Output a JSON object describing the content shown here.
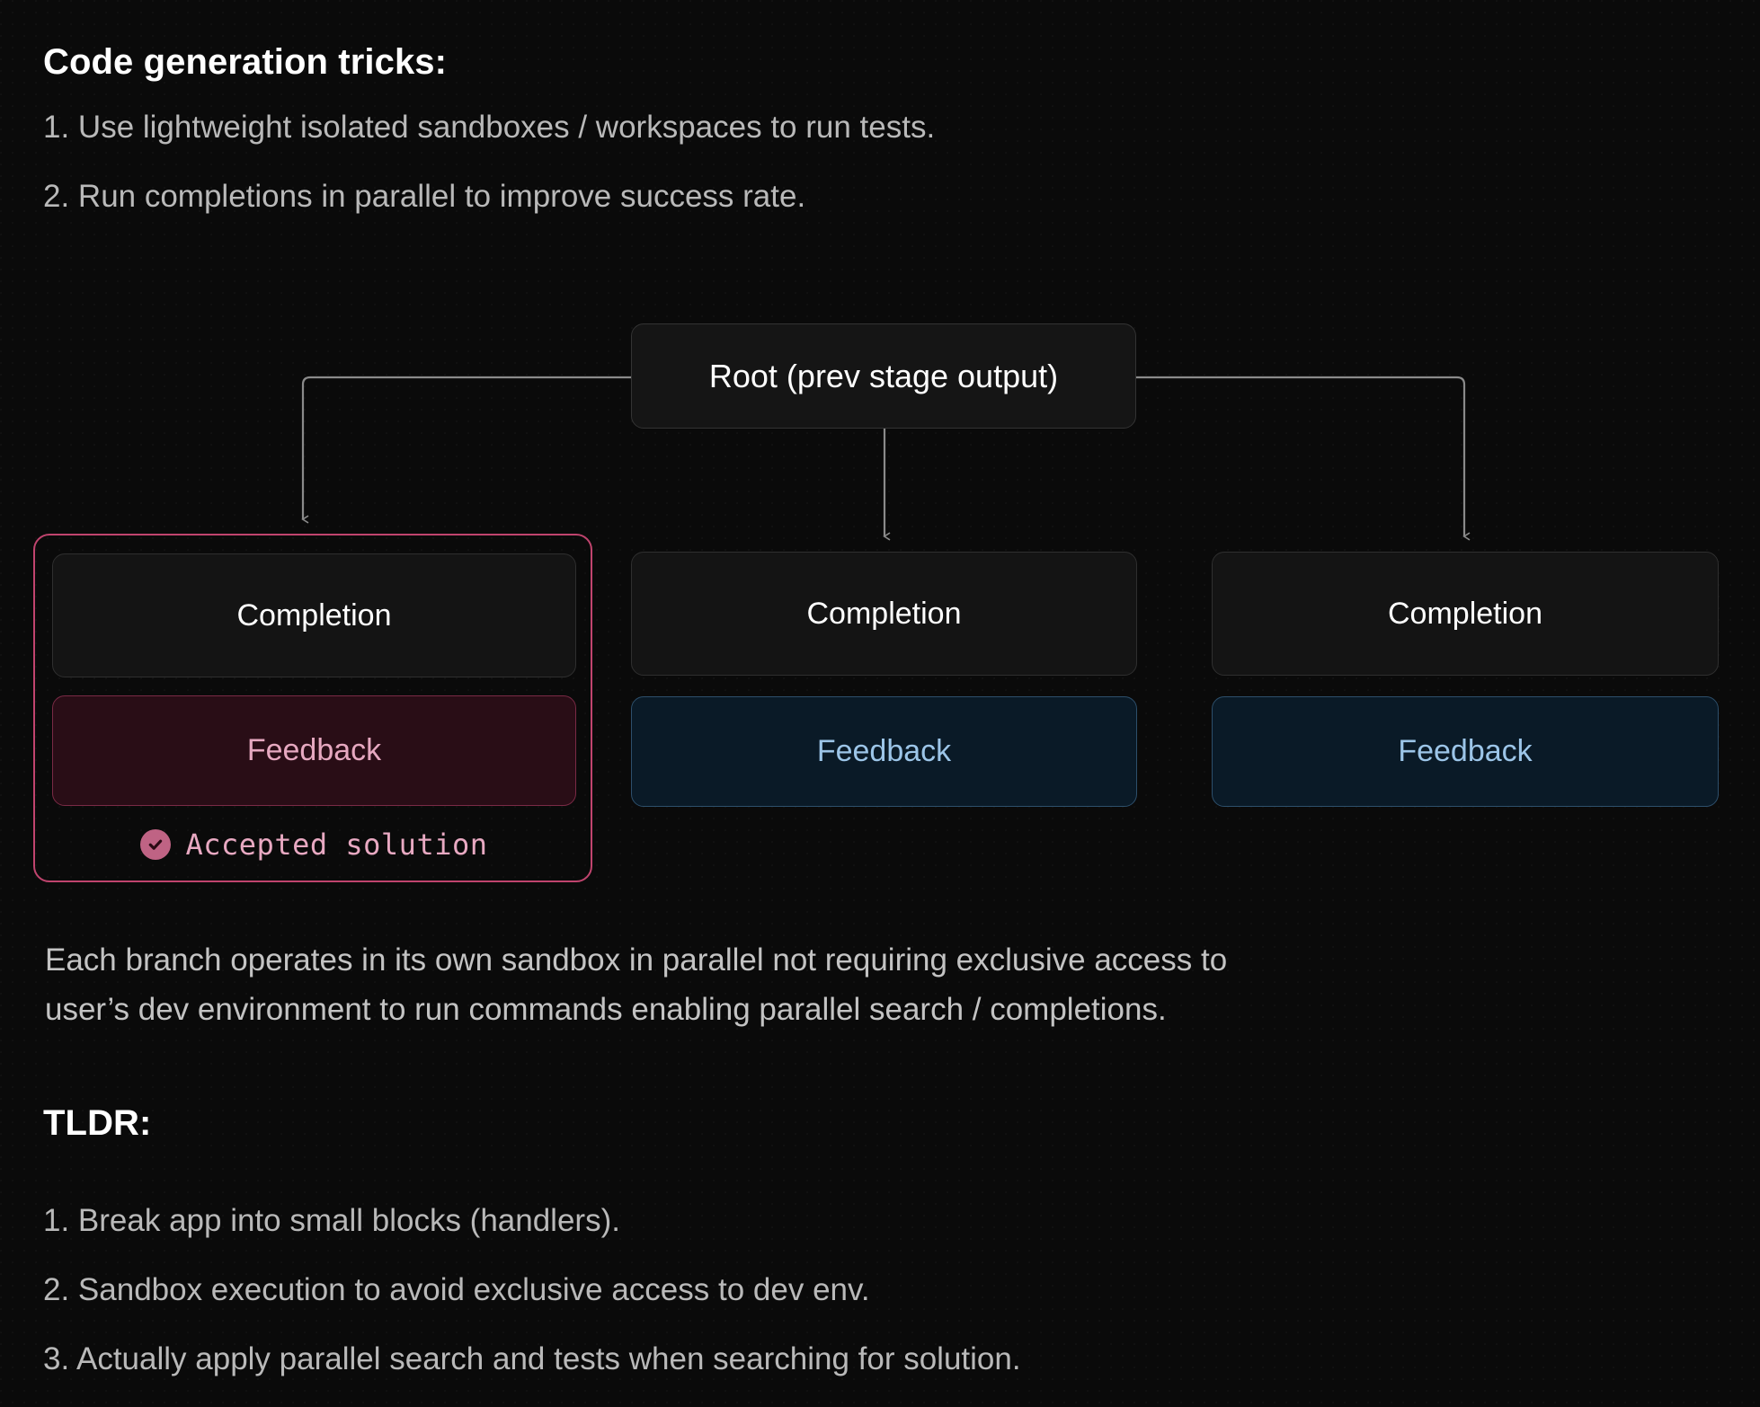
{
  "sections": {
    "code_generation": {
      "heading": "Code generation tricks:",
      "items": [
        "1. Use lightweight isolated sandboxes / workspaces to run tests.",
        "2. Run completions in parallel to improve success rate."
      ]
    },
    "caption": {
      "line1": "Each branch operates in its own sandbox in parallel not requiring exclusive access to",
      "line2": "user’s dev environment to run commands enabling parallel search / completions."
    },
    "tldr": {
      "heading": "TLDR:",
      "items": [
        "1. Break app into small blocks (handlers).",
        "2. Sandbox execution to avoid exclusive access to dev env.",
        "3. Actually apply parallel search and tests when searching for solution."
      ]
    }
  },
  "diagram": {
    "root": {
      "label": "Root (prev stage output)"
    },
    "branches": [
      {
        "completion_label": "Completion",
        "feedback_label": "Feedback",
        "accepted": true,
        "accepted_label": "Accepted solution",
        "accepted_icon": "check-circle-icon",
        "state": "accepted"
      },
      {
        "completion_label": "Completion",
        "feedback_label": "Feedback",
        "accepted": false,
        "state": "pending"
      },
      {
        "completion_label": "Completion",
        "feedback_label": "Feedback",
        "accepted": false,
        "state": "pending"
      }
    ]
  },
  "colors": {
    "background": "#0a0a0a",
    "heading_text": "#ffffff",
    "body_text": "#b9b9b9",
    "accent_pink": "#c0446e",
    "accent_pink_text": "#e6a8c0",
    "accent_pink_fill": "#290d16",
    "accent_blue_border": "#2d4f6b",
    "accent_blue_text": "#9cc5e8",
    "accent_blue_fill": "#0a1a27",
    "node_fill": "#141414",
    "node_border": "#2f2f2f",
    "connector": "#8a8a8a"
  }
}
